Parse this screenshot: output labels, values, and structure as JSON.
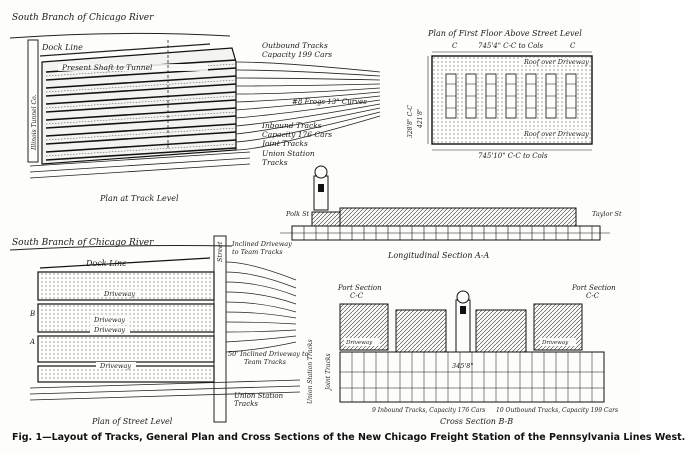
{
  "caption": "Fig. 1—Layout of Tracks, General Plan and Cross Sections of the  New Chicago Freight Station of the Pennsylvania Lines West.",
  "plan_track": {
    "river": "South Branch of Chicago River",
    "dock": "Dock Line",
    "shaft": "Present Shaft to Tunnel",
    "outbound": "Outbound Tracks",
    "outbound_cap": "Capacity 199 Cars",
    "frogs": "#8 Frogs 13° Curves",
    "inbound": "Inbound Tracks",
    "inbound_cap": "Capacity 176 Cars",
    "joint": "Joint Tracks",
    "union": "Union Station",
    "union2": "Tracks",
    "tunnel": "Illinois Tunnel Co.",
    "title": "Plan at Track Level"
  },
  "plan_first_floor": {
    "title": "Plan of First Floor Above Street Level",
    "dim_top": "745'4\" C-C to Cols",
    "dim_bottom": "745'10\" C-C to Cols",
    "roof1": "Roof over Driveway",
    "roof2": "Roof over Driveway",
    "dim_left": "421'8\"",
    "dim_left2": "328'8\" C-C",
    "c_left": "C",
    "c_right": "C"
  },
  "long_section": {
    "polk": "Polk St",
    "taylor": "Taylor St",
    "title": "Longitudinal Section A-A"
  },
  "plan_street": {
    "river": "South Branch of Chicago River",
    "dock": "Dock Line",
    "street": "Street",
    "incline": "Inclined Driveway",
    "incline2": "to Team Tracks",
    "driveway1": "Driveway",
    "driveway2": "Driveway",
    "driveway3": "Driveway",
    "driveway4": "Driveway",
    "incline_b": "50' Inclined Driveway to",
    "incline_b2": "Team Tracks",
    "union": "Union Station",
    "union2": "Tracks",
    "title": "Plan of Street Level",
    "b_left": "B",
    "a_left": "A"
  },
  "cross_section": {
    "port_left": "Port Section",
    "port_left2": "C-C",
    "port_right": "Port Section",
    "port_right2": "C-C",
    "driveway_l": "Driveway",
    "driveway_r": "Driveway",
    "joint": "Joint Tracks",
    "union": "Union Station Tracks",
    "inbound": "9 Inbound Tracks, Capacity 176 Cars",
    "outbound": "10 Outbound Tracks, Capacity 199 Cars",
    "title": "Cross Section B-B",
    "dim": "345'8\""
  }
}
